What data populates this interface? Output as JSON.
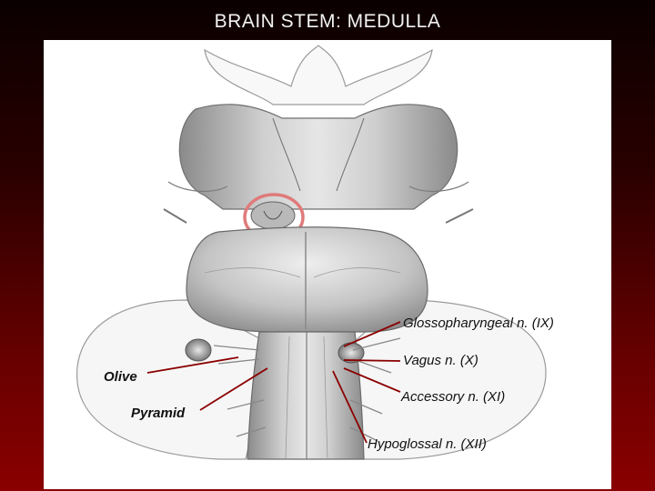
{
  "title": "BRAIN STEM: MEDULLA",
  "labels": {
    "glossopharyngeal": "Glossopharyngeal n. (IX)",
    "vagus": "Vagus n. (X)",
    "accessory": "Accessory n. (XI)",
    "hypoglossal": "Hypoglossal n. (XII)",
    "olive": "Olive",
    "pyramid": "Pyramid"
  },
  "colors": {
    "background_top": "#0a0000",
    "background_bottom": "#8a0000",
    "highlight_circle": "#e07a7a",
    "leader_line": "#8b0000"
  }
}
